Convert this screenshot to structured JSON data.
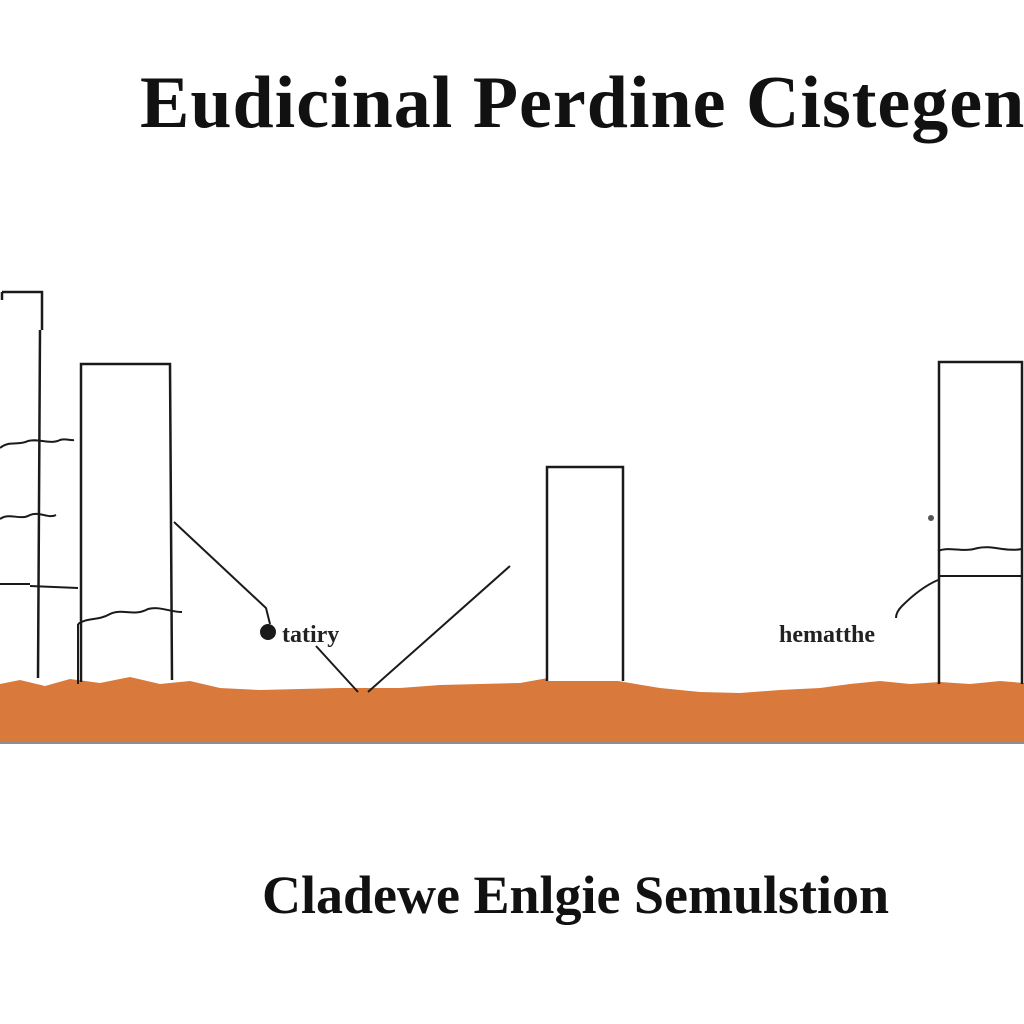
{
  "title": "Eudicinal Perdine Cistegen",
  "subtitle": "Cladewe Enlgie Semulstion",
  "labels": {
    "left_callout": "tatiry",
    "right_callout": "hematthe"
  },
  "colors": {
    "ground": "#d97a3c",
    "ground_line": "#8a8f96",
    "outline": "#1a1a1a",
    "background": "#ffffff"
  }
}
